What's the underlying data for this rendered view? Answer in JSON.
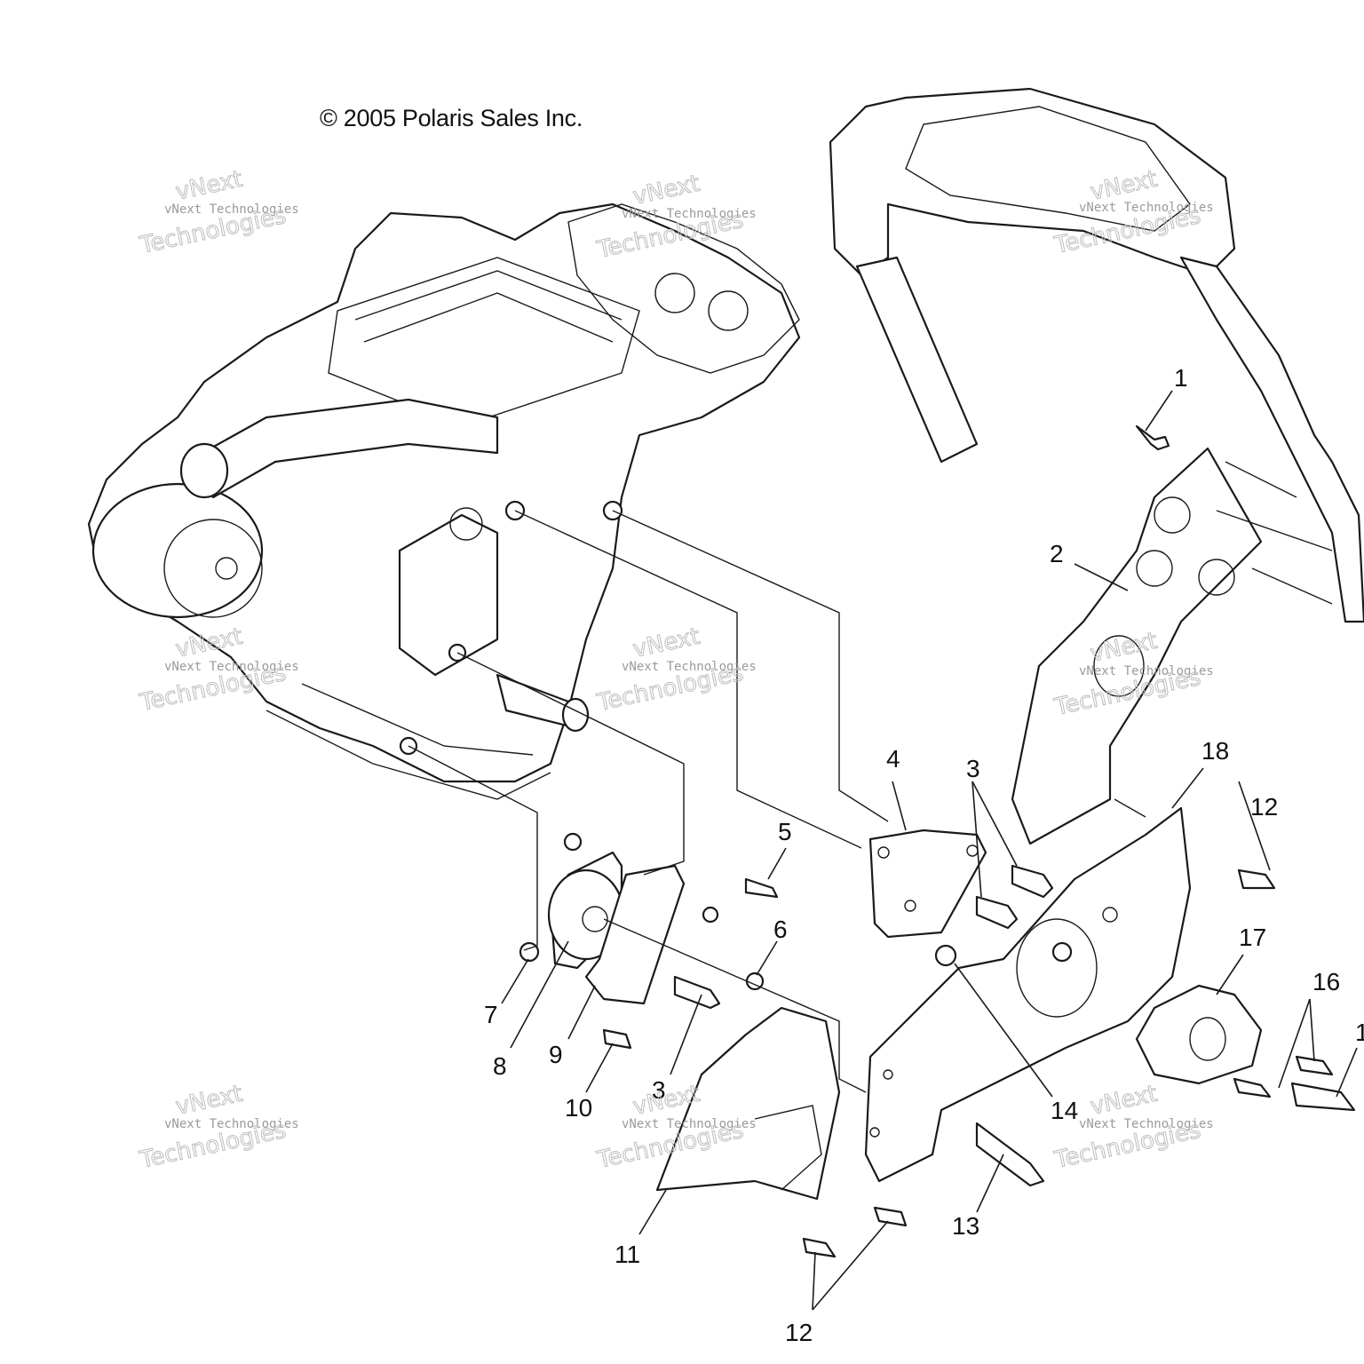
{
  "copyright": "© 2005 Polaris Sales Inc.",
  "watermark": {
    "line1": "vNext Technologies",
    "line2": "Technologies",
    "line0": "vNext"
  },
  "callouts": [
    "1",
    "2",
    "3",
    "3",
    "4",
    "5",
    "6",
    "7",
    "8",
    "9",
    "10",
    "11",
    "12",
    "12",
    "13",
    "14",
    "16",
    "17",
    "18",
    "1"
  ]
}
